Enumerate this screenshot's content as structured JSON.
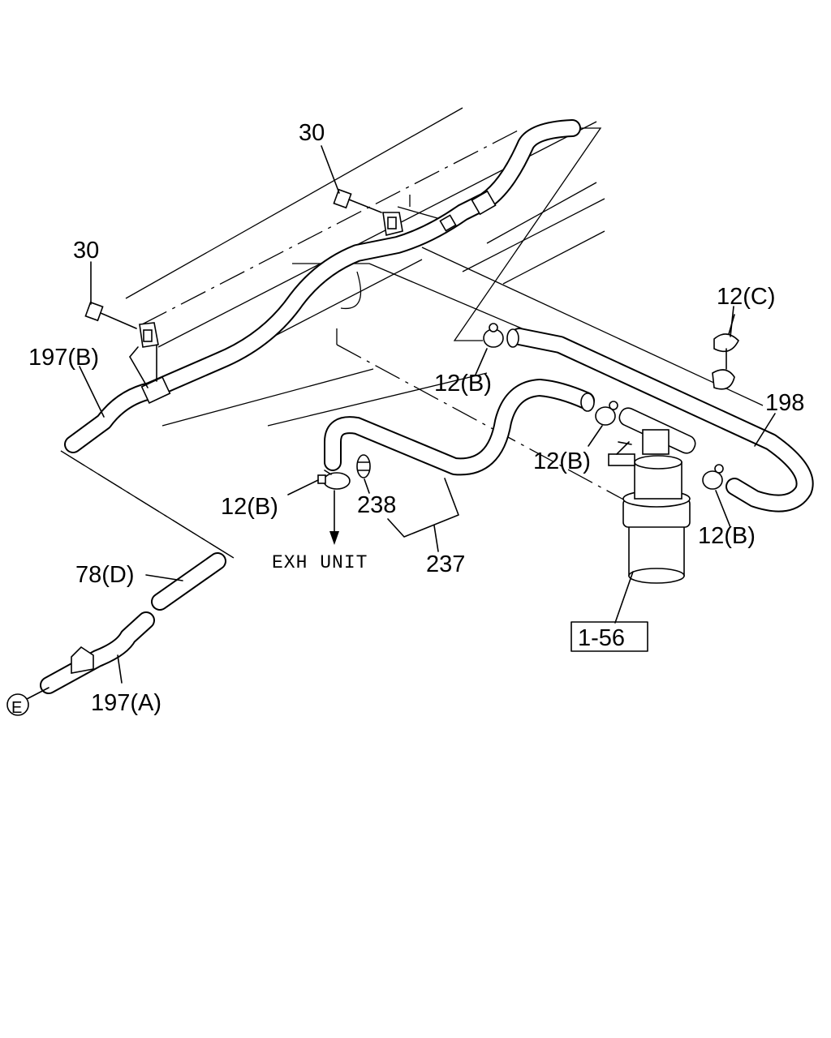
{
  "diagram": {
    "labels": {
      "part_30_upper": "30",
      "part_30_left": "30",
      "part_197b": "197(B)",
      "part_12c": "12(C)",
      "part_12b_top": "12(B)",
      "part_198": "198",
      "part_12b_mid": "12(B)",
      "part_12b_left": "12(B)",
      "part_238": "238",
      "part_12b_right": "12(B)",
      "part_237": "237",
      "exh_unit": "EXH UNIT",
      "part_78d": "78(D)",
      "part_1_56": "1-56",
      "part_197a": "197(A)",
      "ref_e": "E"
    }
  }
}
